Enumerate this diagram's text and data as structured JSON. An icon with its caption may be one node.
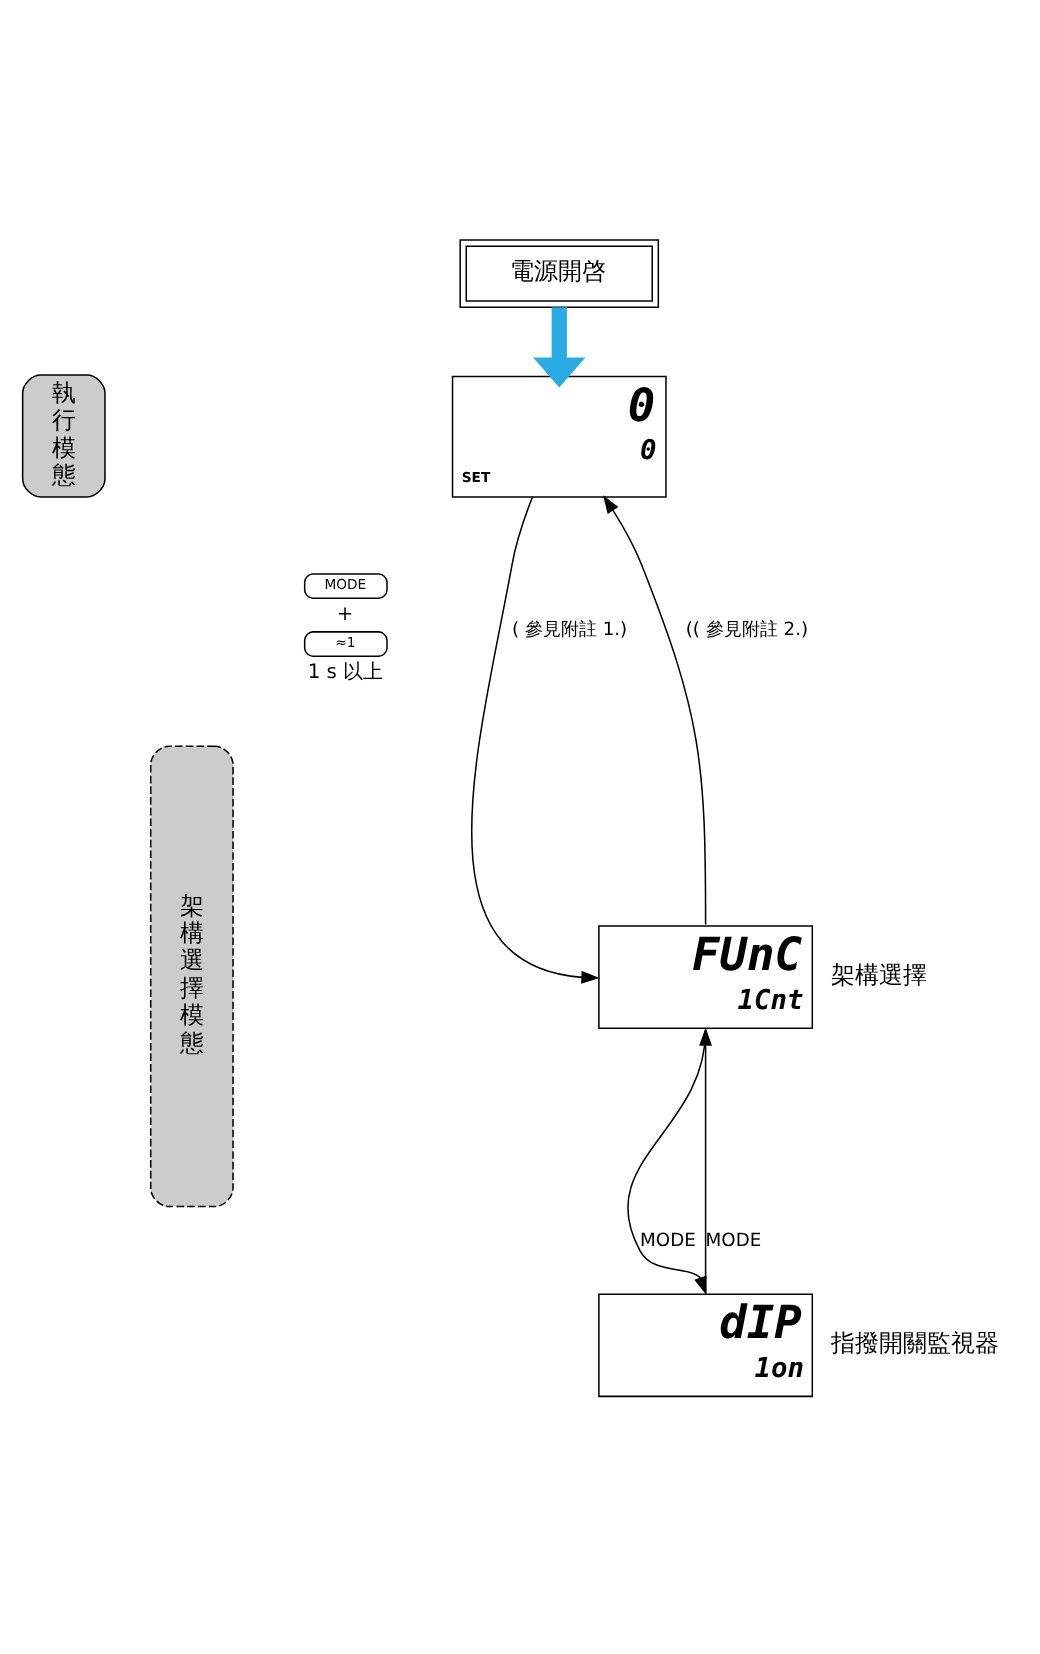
{
  "diagram": {
    "nodes": [
      {
        "text": [
          "電源開啓"
        ]
      },
      {
        "text": [
          "0",
          "0",
          "SET"
        ]
      },
      {
        "text": [
          "FUnC",
          "1Cnt"
        ],
        "beside": [
          "架構選擇"
        ]
      },
      {
        "text": [
          "dIP",
          "1on"
        ],
        "beside": [
          "指撥開關監視器"
        ]
      },
      {
        "text": [
          "執行模態"
        ]
      },
      {
        "text": [
          "架構選擇模態"
        ]
      }
    ],
    "edges": [
      {
        "from": 0,
        "to": 1,
        "arrow": "to",
        "style": "thick",
        "color": "#29abe2"
      },
      {
        "from": 2,
        "to": 1,
        "arrow": "to",
        "label": "(( 參見附註 2.)"
      },
      {
        "from": 1,
        "to": 2,
        "arrow": "to",
        "label": "( 參見附註 1.)"
      },
      {
        "from": 2,
        "to": 3,
        "arrow": "to",
        "label": "MODE"
      },
      {
        "from": 3,
        "to": 2,
        "arrow": "to",
        "label": "MODE"
      }
    ],
    "labels": [
      "MODE",
      "+",
      "≈1",
      "1 s 以上"
    ]
  }
}
